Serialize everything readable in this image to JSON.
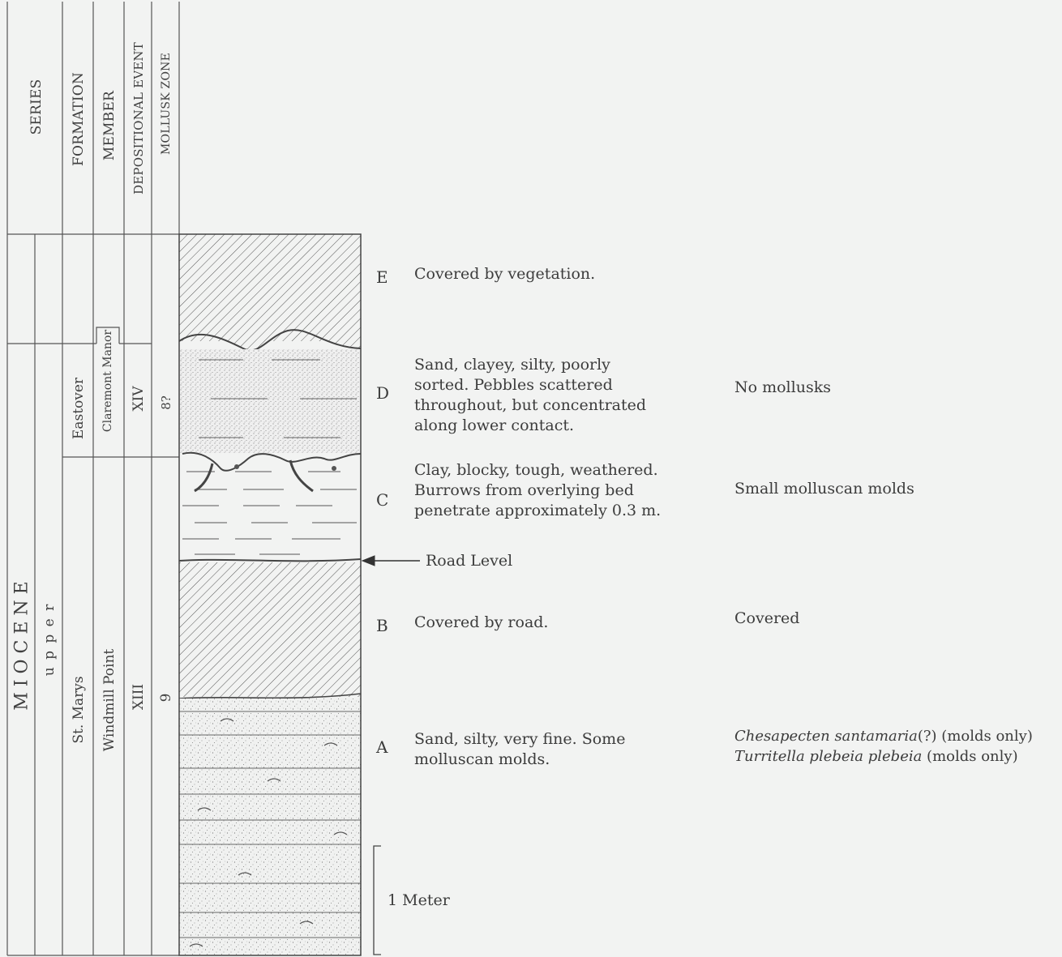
{
  "headers": {
    "series": "SERIES",
    "formation": "FORMATION",
    "member": "MEMBER",
    "depositional_event": "DEPOSITIONAL EVENT",
    "mollusk_zone": "MOLLUSK ZONE"
  },
  "column_values": {
    "series": "M I O C E N E",
    "subseries": "u p p e r",
    "formation_upper": "Eastover",
    "formation_lower": "St. Marys",
    "member_upper": "Claremont Manor",
    "member_lower": "Windmill Point",
    "event_upper": "XIV",
    "event_lower": "XIII",
    "zone_upper": "8?",
    "zone_lower": "9"
  },
  "units": [
    {
      "letter": "E",
      "lines": [
        "Covered by vegetation."
      ],
      "fauna": [],
      "lithology": "covered"
    },
    {
      "letter": "D",
      "lines": [
        "Sand, clayey, silty, poorly",
        "sorted. Pebbles scattered",
        "throughout, but concentrated",
        "along lower contact."
      ],
      "fauna": [
        "No mollusks"
      ],
      "lithology": "clayey-sand"
    },
    {
      "letter": "C",
      "lines": [
        "Clay, blocky, tough, weathered.",
        "Burrows from overlying bed",
        "penetrate approximately 0.3 m."
      ],
      "fauna": [
        "Small molluscan molds"
      ],
      "lithology": "clay"
    },
    {
      "letter": "B",
      "lines": [
        "Covered by road."
      ],
      "fauna": [
        "Covered"
      ],
      "lithology": "covered"
    },
    {
      "letter": "A",
      "lines": [
        "Sand, silty, very fine. Some",
        "molluscan molds."
      ],
      "fauna_rich": [
        {
          "italic": "Chesapecten santamaria",
          "rest": "(?) (molds only)"
        },
        {
          "italic": "Turritella plebeia plebeia",
          "rest": " (molds only)"
        }
      ],
      "lithology": "silty-sand"
    }
  ],
  "road_level": "Road Level",
  "scale_label": "1 Meter",
  "colors": {
    "background": "#f2f3f2",
    "ink": "#3c3c3c"
  }
}
